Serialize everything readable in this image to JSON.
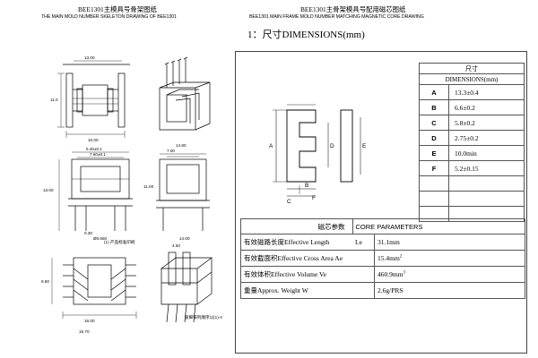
{
  "left_panel": {
    "title": "BEE1301主模具号骨架图纸",
    "subtitle": "THE MAIN MOLD NUMBER SKELETON DRAWING OF BEE1301",
    "dims": {
      "d_13": "13.00",
      "d_110": "11.0",
      "d_1000": "10.00",
      "d_640": "6.40±0.1",
      "d_700": "7.00",
      "d_760": "7.60±0.1",
      "d_1300": "13.00",
      "d_030": "0.30",
      "d_0650": "Ø0.650",
      "d_1480": "14.80",
      "d_1600": "16.00",
      "d_950": "9.50",
      "d_1570": "15.70",
      "d_1400": "14.00",
      "d_4500": "4.50",
      "d_1100": "11.00"
    },
    "notes": {
      "note_a": "(1) 产品标准印刷",
      "note_b": "管脚排列顺序以(1)-4"
    }
  },
  "right_panel": {
    "title": "BEE1301主骨架模具号配用磁芯图纸",
    "subtitle": "BEE1301 MAIN FRAME MOLD NUMBER MATCHING MAGNETIC CORE DRAWING",
    "heading": "1：尺寸DIMENSIONS(mm)",
    "dim_labels": {
      "a": "A",
      "b": "B",
      "c": "C",
      "d": "D",
      "e": "E",
      "f": "F"
    }
  },
  "dimensions_table": {
    "header_cn": "尺寸",
    "header_en": "DIMENSIONS(mm)",
    "rows": [
      {
        "key": "A",
        "value": "13.3±0.4"
      },
      {
        "key": "B",
        "value": "6.6±0.2"
      },
      {
        "key": "C",
        "value": "5.8±0.2"
      },
      {
        "key": "D",
        "value": "2.75±0.2"
      },
      {
        "key": "E",
        "value": "10.0min"
      },
      {
        "key": "F",
        "value": "5.2±0.15"
      }
    ]
  },
  "core_parameters": {
    "header_cn": "磁芯参数",
    "header_en": "CORE PARAMETERS",
    "rows": [
      {
        "label": "有效磁路长度Effective Length",
        "symbol": "Le",
        "value": "31.1mm",
        "sup": ""
      },
      {
        "label": "有效截面积Effective Cross Area Ae",
        "symbol": "",
        "value": "15.4mm",
        "sup": "2"
      },
      {
        "label": "有效体积Effective Volume Ve",
        "symbol": "",
        "value": "460.9mm",
        "sup": "3"
      },
      {
        "label": "重量Approx. Weight W",
        "symbol": "",
        "value": "2.6g/PRS",
        "sup": ""
      }
    ]
  }
}
